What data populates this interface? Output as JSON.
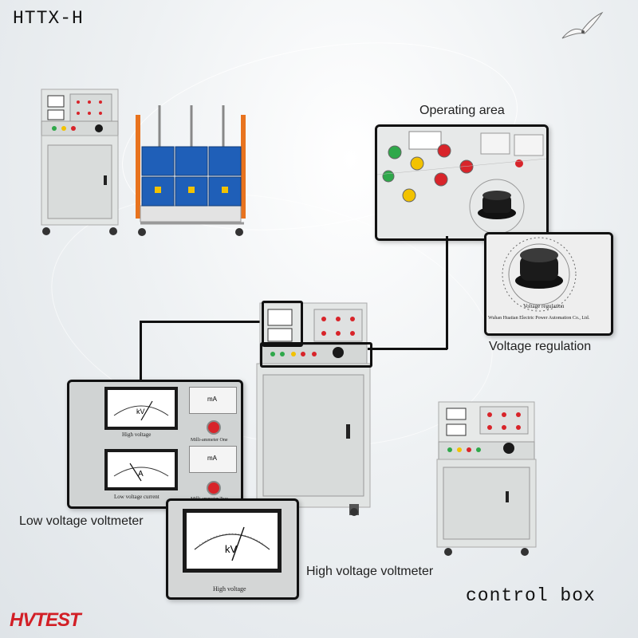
{
  "title": "HTTX-H",
  "captions": {
    "operating_area": "Operating area",
    "voltage_regulation": "Voltage regulation",
    "low_voltage_voltmeter": "Low voltage voltmeter",
    "high_voltage_voltmeter": "High voltage voltmeter",
    "control_box": "control box"
  },
  "panel_labels": {
    "high_voltage": "High voltage",
    "low_voltage_current": "Low voltage current",
    "milliammeter_one": "Milli-ammeter One",
    "milliammeter_two": "Milli-ammeter Two",
    "voltage_regulation": "Voltage regulation",
    "company": "Wuhan Huatian Electric Power Automation Co., Ltd.",
    "meter_kv": "kV",
    "meter_a": "A",
    "meter_ma": "mA"
  },
  "logo": {
    "text": "HVTEST",
    "color": "#d21f26"
  },
  "colors": {
    "line": "#111111",
    "cabinet": "#e2e5e4",
    "panel": "#cfd2d2",
    "tub": "#1f5fb8",
    "red_button": "#d8242a",
    "green_button": "#2fa84a",
    "yellow_button": "#f2c200",
    "knob": "#1a1a1a"
  }
}
